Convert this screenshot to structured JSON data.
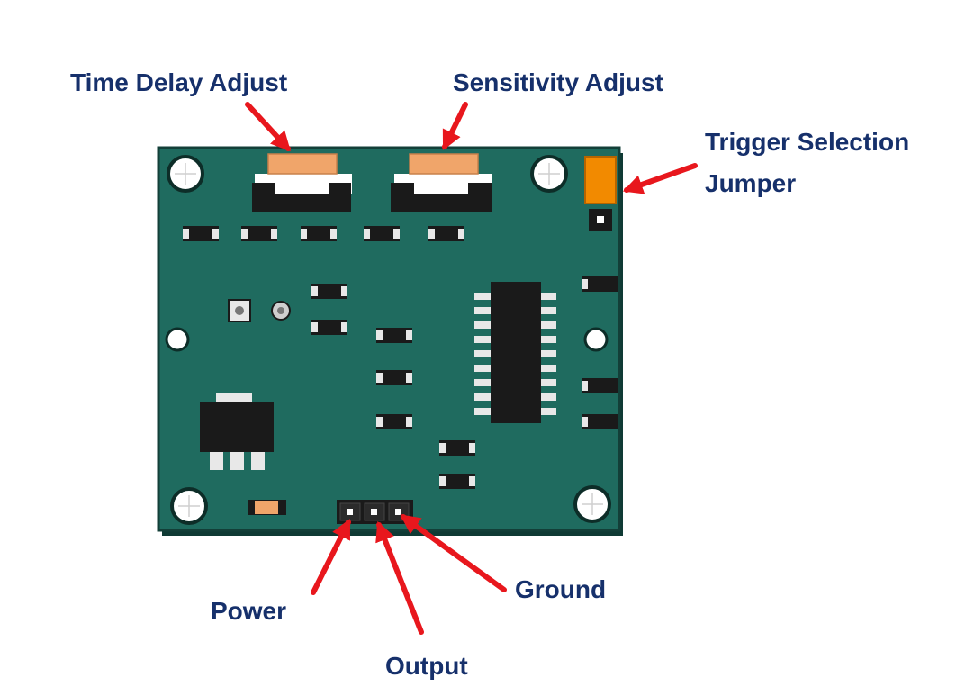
{
  "labels": {
    "time_delay": "Time Delay Adjust",
    "sensitivity": "Sensitivity Adjust",
    "trigger_line1": "Trigger Selection",
    "trigger_line2": "Jumper",
    "power": "Power",
    "output": "Output",
    "ground": "Ground"
  },
  "colors": {
    "pcb": "#1f6b5f",
    "pcb_edge": "#154d45",
    "label_text": "#16306b",
    "arrow": "#e8171d",
    "potentiometer": "#f0a56a",
    "jumper": "#f28a00"
  }
}
